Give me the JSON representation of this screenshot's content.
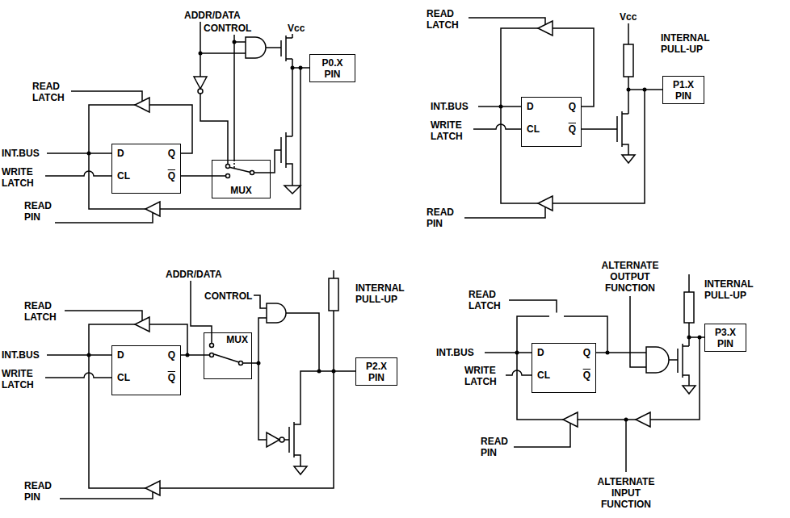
{
  "diagram": {
    "nodes": [
      {
        "text": [
          "D",
          "Q",
          "CL",
          "Q"
        ]
      },
      {
        "text": [
          "MUX"
        ]
      },
      {
        "text": [
          "P0.X PIN"
        ]
      },
      {
        "text": [
          "D",
          "Q",
          "CL",
          "Q"
        ]
      },
      {
        "text": [
          "P1.X PIN"
        ]
      },
      {
        "text": [
          "D",
          "Q",
          "CL",
          "Q"
        ]
      },
      {
        "text": [
          "MUX"
        ]
      },
      {
        "text": [
          "P2.X PIN"
        ]
      },
      {
        "text": [
          "D",
          "Q",
          "CL",
          "Q"
        ]
      },
      {
        "text": [
          "P3.X PIN"
        ]
      }
    ],
    "edges": [
      {
        "from": 0,
        "to": 1,
        "arrow": "none"
      },
      {
        "from": 5,
        "to": 6,
        "arrow": "none"
      }
    ],
    "labels": [
      "ADDR/DATA",
      "CONTROL",
      "Vcc",
      "READ LATCH",
      "INT.BUS",
      "WRITE LATCH",
      "READ PIN",
      "READ LATCH",
      "Vcc",
      "INTERNAL PULL-UP",
      "INT.BUS",
      "WRITE LATCH",
      "READ PIN",
      "ADDR/DATA",
      "CONTROL",
      "INTERNAL PULL-UP",
      "READ LATCH",
      "INT.BUS",
      "WRITE LATCH",
      "READ PIN",
      "ALTERNATE OUTPUT FUNCTION",
      "READ LATCH",
      "INTERNAL PULL-UP",
      "INT.BUS",
      "WRITE LATCH",
      "READ PIN",
      "ALTERNATE INPUT FUNCTION"
    ]
  }
}
